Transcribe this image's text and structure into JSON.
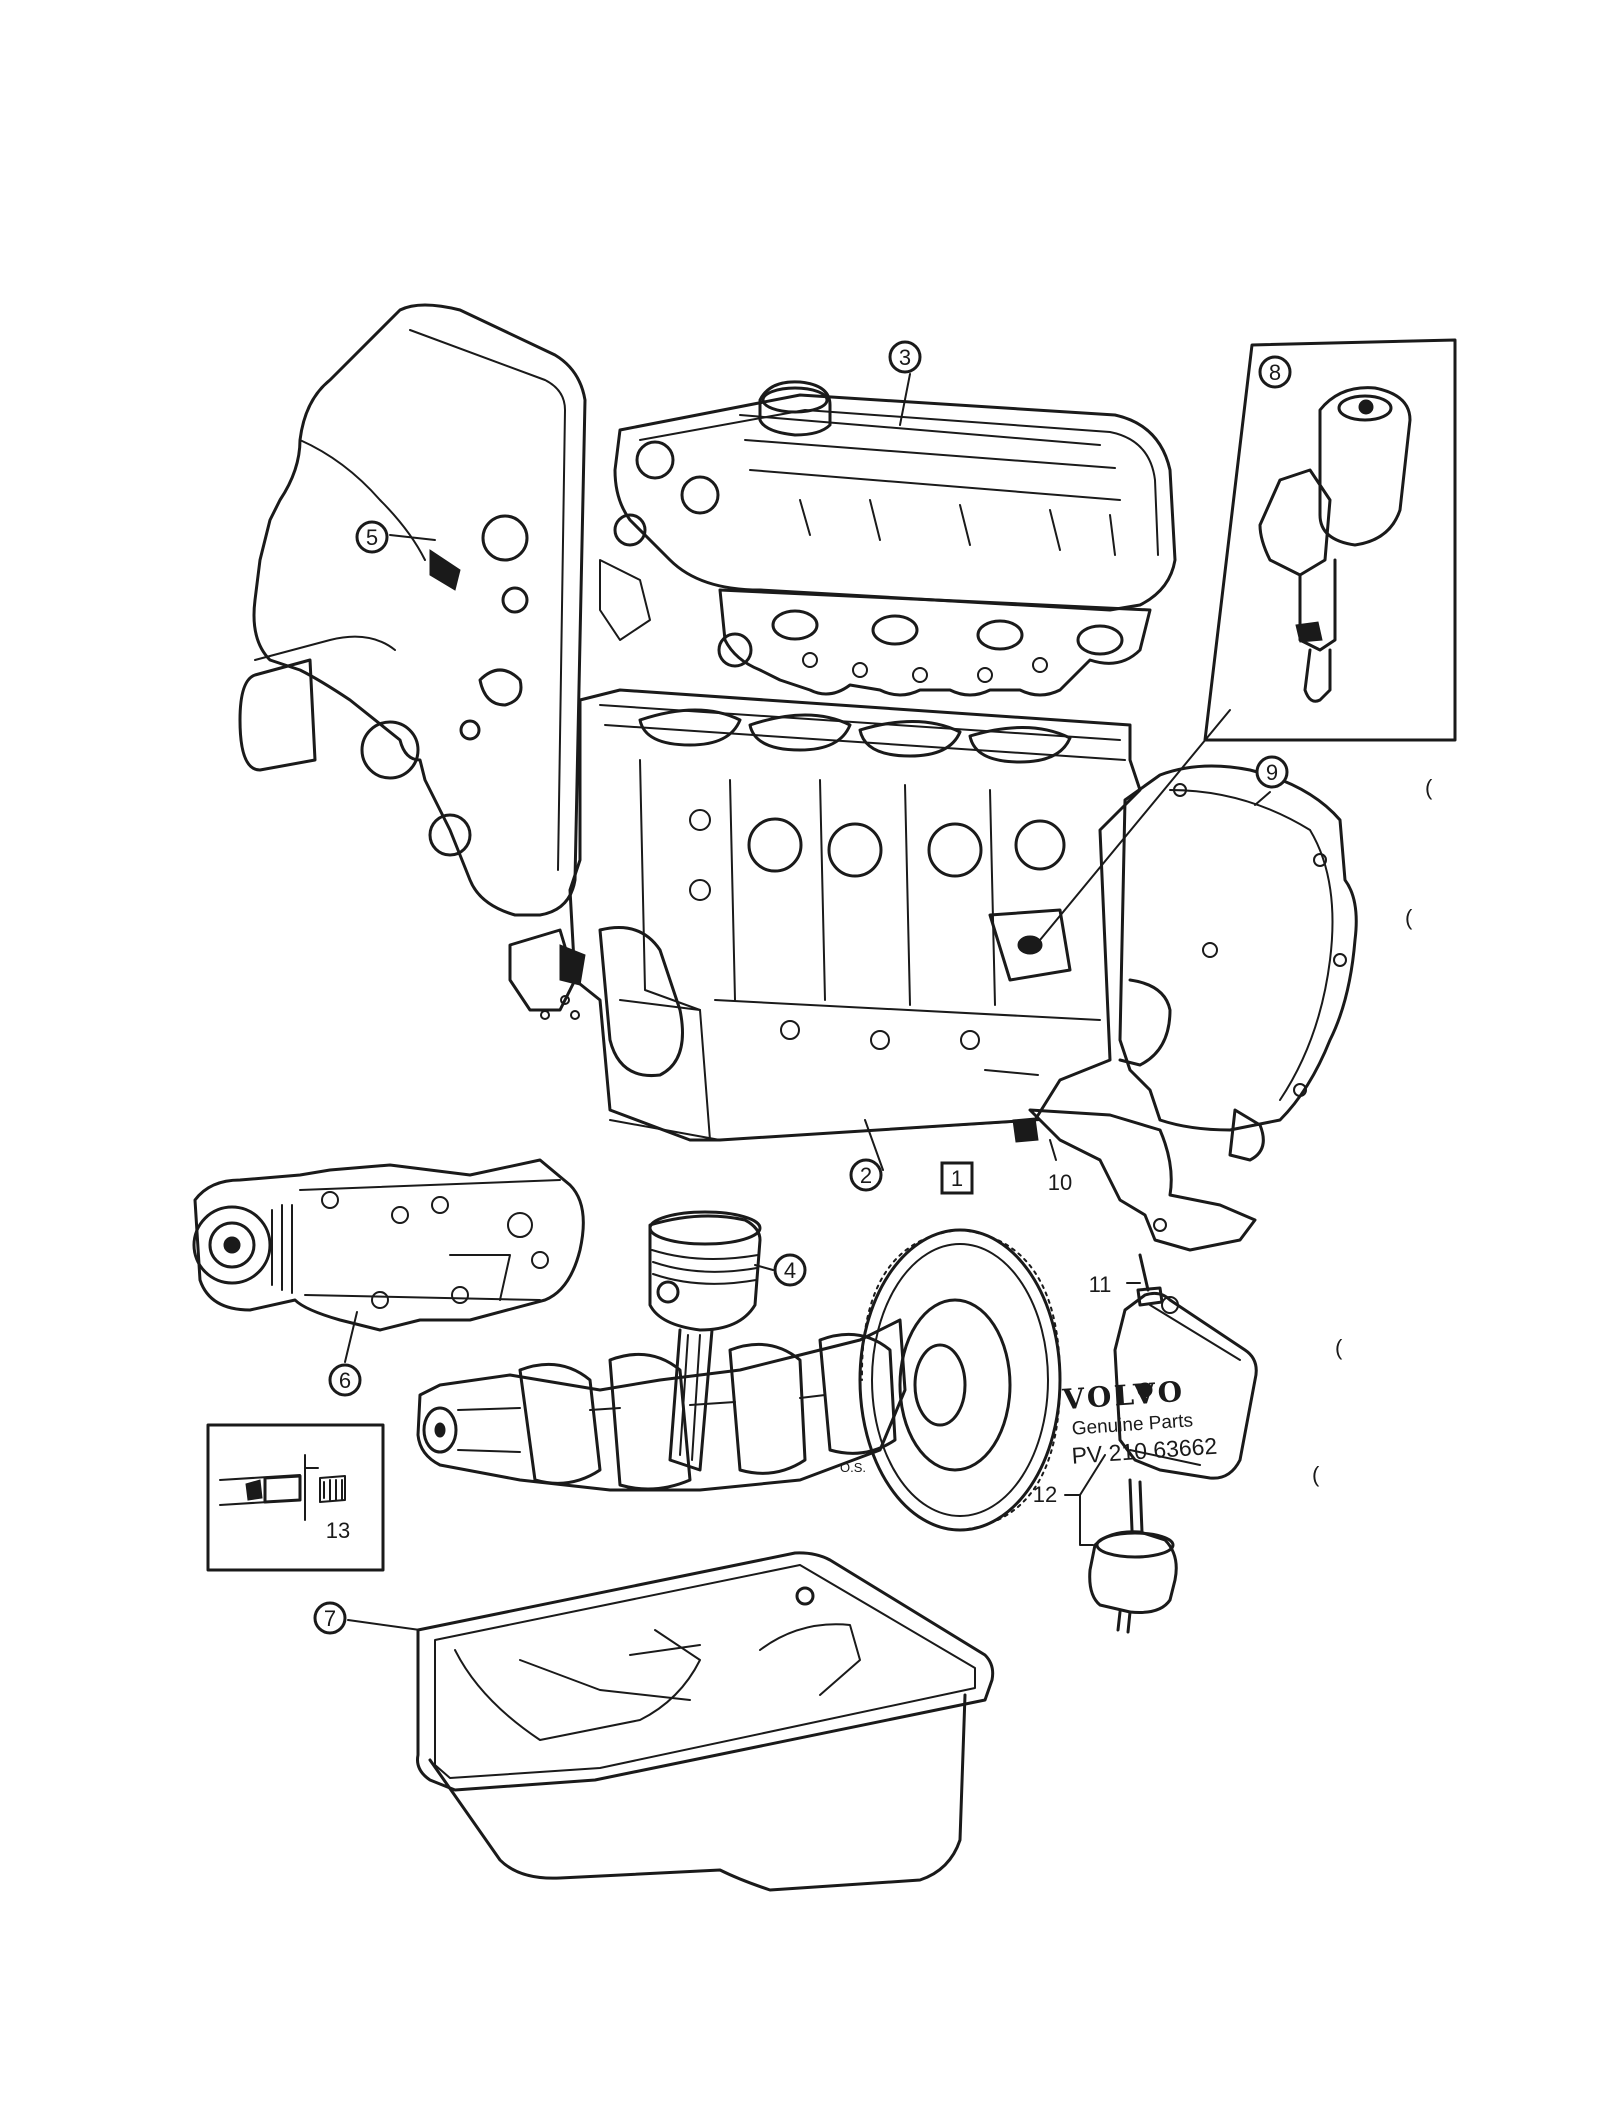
{
  "callouts": {
    "c1": "1",
    "c2": "2",
    "c3": "3",
    "c4": "4",
    "c5": "5",
    "c6": "6",
    "c7": "7",
    "c8": "8",
    "c9": "9",
    "c10": "10",
    "c11": "11",
    "c12": "12",
    "c13": "13"
  },
  "stamp": {
    "brand": "VOLVO",
    "subtitle": "Genuine Parts",
    "code": "PV 210  63662"
  },
  "artist_mark": "O.S.",
  "edge_marks": [
    "(",
    "(",
    "(",
    "("
  ]
}
